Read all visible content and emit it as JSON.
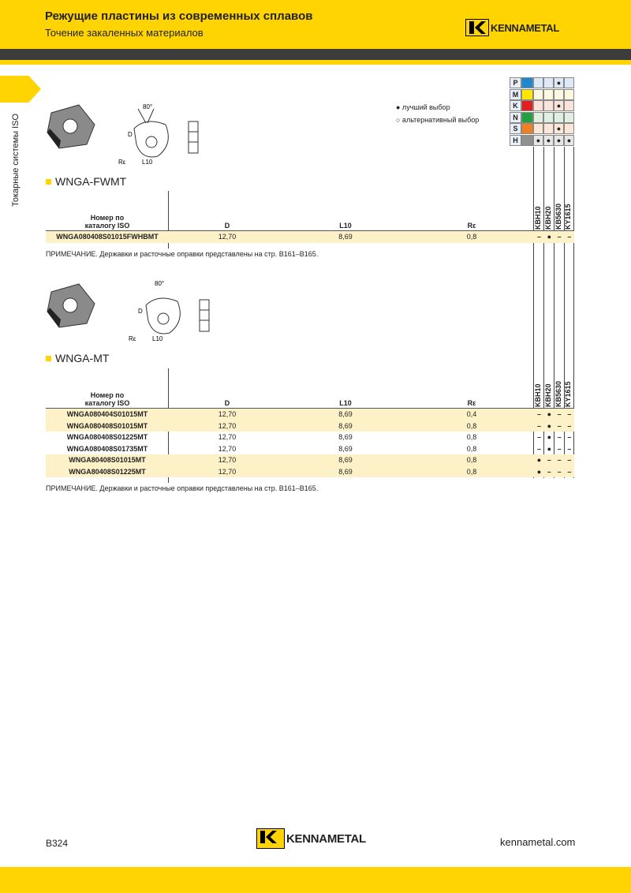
{
  "header": {
    "title": "Режущие пластины из современных сплавов",
    "subtitle": "Точение закаленных материалов",
    "logo": "KENNAMETAL"
  },
  "sidebar": {
    "label": "Токарные системы ISO"
  },
  "legend": {
    "best": "● лучший выбор",
    "alt": "○ альтернативный выбор"
  },
  "materials": [
    {
      "code": "P",
      "color": "#1e88d0",
      "bg": "#dde9f7",
      "marks": [
        "",
        "",
        "●",
        ""
      ]
    },
    {
      "code": "M",
      "color": "#ffe600",
      "bg": "#fdf9e0",
      "marks": [
        "",
        "",
        "",
        ""
      ]
    },
    {
      "code": "K",
      "color": "#e02020",
      "bg": "#fbe3dc",
      "marks": [
        "",
        "",
        "●",
        ""
      ]
    },
    {
      "code": "N",
      "color": "#20a040",
      "bg": "#e0f0e0",
      "marks": [
        "",
        "",
        "",
        ""
      ]
    },
    {
      "code": "S",
      "color": "#f08020",
      "bg": "#fce6d8",
      "marks": [
        "",
        "",
        "●",
        ""
      ]
    },
    {
      "code": "H",
      "color": "#909090",
      "bg": "#e6e6e6",
      "marks": [
        "●",
        "●",
        "●",
        "●"
      ]
    }
  ],
  "grades": [
    "KBH10",
    "KBH20",
    "KB5630",
    "KY1615"
  ],
  "drawing": {
    "angle": "80°",
    "d": "D",
    "l10": "L10",
    "re": "Rε"
  },
  "sections": [
    {
      "title": "WNGA-FWMT",
      "headers": {
        "catalog1": "Номер по",
        "catalog2": "каталогу ISO",
        "d": "D",
        "l10": "L10",
        "re": "Rε"
      },
      "rows": [
        {
          "id": "WNGA080408S01015FWHBMT",
          "d": "12,70",
          "l10": "8,69",
          "re": "0,8",
          "g": [
            "–",
            "●",
            "–",
            "–"
          ]
        }
      ],
      "note": "ПРИМЕЧАНИЕ. Державки и расточные оправки представлены на стр. B161–B165."
    },
    {
      "title": "WNGA-MT",
      "headers": {
        "catalog1": "Номер по",
        "catalog2": "каталогу ISO",
        "d": "D",
        "l10": "L10",
        "re": "Rε"
      },
      "rows": [
        {
          "id": "WNGA080404S01015MT",
          "d": "12,70",
          "l10": "8,69",
          "re": "0,4",
          "g": [
            "–",
            "●",
            "–",
            "–"
          ]
        },
        {
          "id": "WNGA080408S01015MT",
          "d": "12,70",
          "l10": "8,69",
          "re": "0,8",
          "g": [
            "–",
            "●",
            "–",
            "–"
          ]
        },
        {
          "id": "WNGA080408S01225MT",
          "d": "12,70",
          "l10": "8,69",
          "re": "0,8",
          "g": [
            "–",
            "●",
            "–",
            "–"
          ]
        },
        {
          "id": "WNGA080408S01735MT",
          "d": "12,70",
          "l10": "8,69",
          "re": "0,8",
          "g": [
            "–",
            "●",
            "–",
            "–"
          ]
        },
        {
          "id": "WNGA80408S01015MT",
          "d": "12,70",
          "l10": "8,69",
          "re": "0,8",
          "g": [
            "●",
            "–",
            "–",
            "–"
          ]
        },
        {
          "id": "WNGA80408S01225MT",
          "d": "12,70",
          "l10": "8,69",
          "re": "0,8",
          "g": [
            "●",
            "–",
            "–",
            "–"
          ]
        }
      ],
      "note": "ПРИМЕЧАНИЕ. Державки и расточные оправки представлены на стр. B161–B165."
    }
  ],
  "footer": {
    "page": "B324",
    "url": "kennametal.com",
    "logo": "KENNAMETAL"
  }
}
